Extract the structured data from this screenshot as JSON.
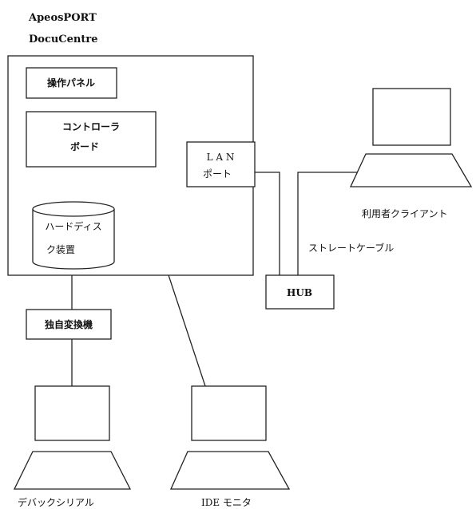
{
  "header": {
    "line1": "ApeosPORT",
    "line2": "DocuCentre"
  },
  "device": {
    "panel_label": "操作パネル",
    "controller_line1": "コントローラ",
    "controller_line2": "ボード",
    "lan_line1": "L A N",
    "lan_line2": "ポート",
    "disk_line1": "ハードディス",
    "disk_line2": "ク装置"
  },
  "converter_label": "独自変換機",
  "hub_label": "HUB",
  "cable_label": "ストレートケーブル",
  "client_label": "利用者クライアント",
  "debug_label": "デバックシリアル",
  "ide_label": "IDE モニタ"
}
